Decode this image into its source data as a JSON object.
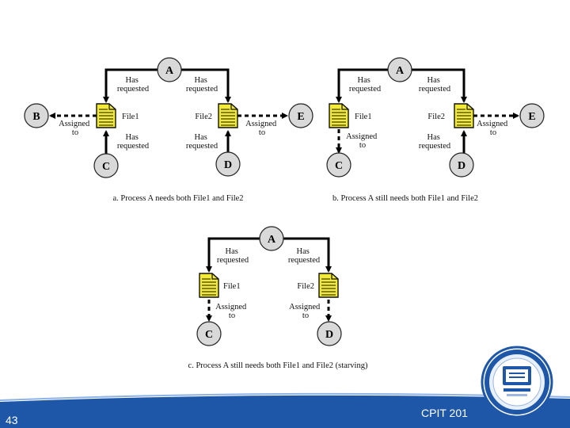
{
  "nodes": {
    "A": "A",
    "B": "B",
    "C": "C",
    "D": "D",
    "E": "E"
  },
  "files": {
    "file1": "File1",
    "file2": "File2"
  },
  "edges": {
    "has_requested": [
      "Has",
      "requested"
    ],
    "assigned_to": [
      "Assigned",
      "to"
    ]
  },
  "captions": {
    "a": "a. Process A needs both File1 and File2",
    "b": "b. Process A still needs both File1 and File2",
    "c": "c. Process A still needs both File1 and File2 (starving)"
  },
  "footer": {
    "page_number": "43",
    "course": "CPIT 201"
  },
  "colors": {
    "footer_bar": "#1f57a8",
    "file_fill": "#f2ea35",
    "node_fill": "#d9d9d9"
  }
}
